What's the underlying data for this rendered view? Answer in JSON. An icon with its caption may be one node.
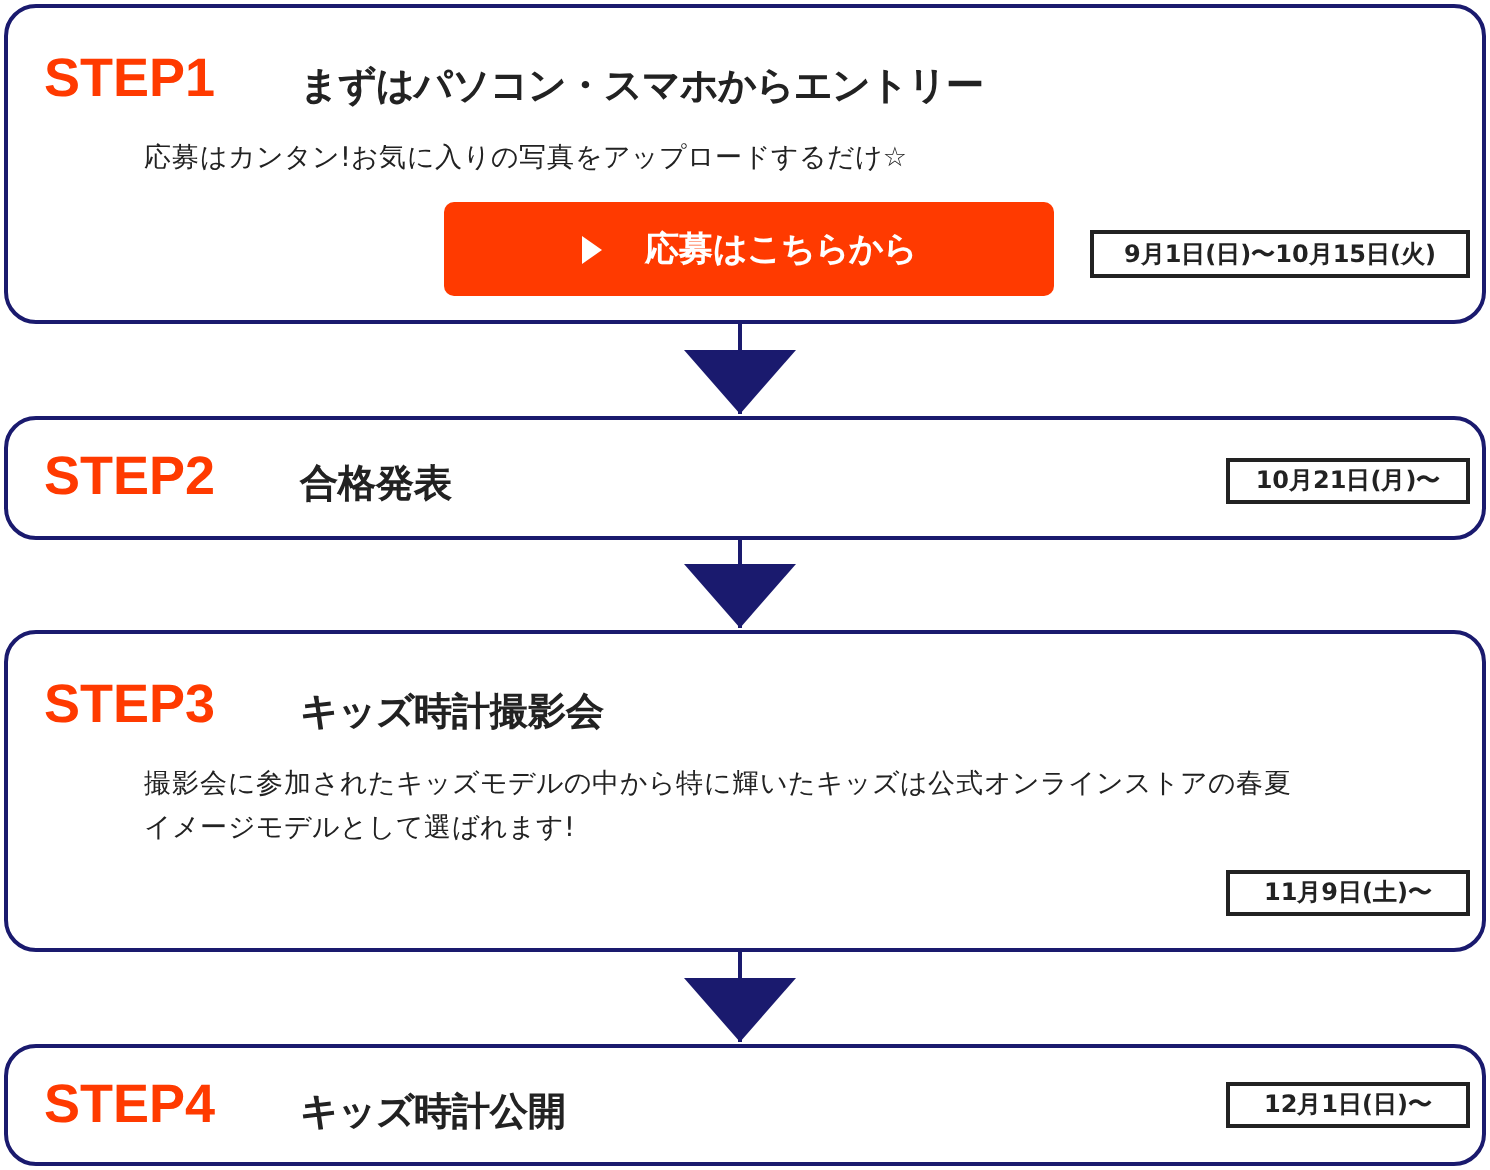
{
  "diagram": {
    "nodes": [
      {
        "text": [
          "STEP1",
          "まずはパソコン・スマホからエントリー",
          "応募はカンタン!お気に入りの写真をアップロードするだけ☆"
        ]
      },
      {
        "text": [
          "応募はこちらから"
        ],
        "in": 0
      },
      {
        "text": [
          "9月1日(日)〜10月15日(火)"
        ],
        "in": 0
      },
      {
        "text": [
          "STEP2",
          "合格発表"
        ]
      },
      {
        "text": [
          "10月21日(月)〜"
        ],
        "in": 3
      },
      {
        "text": [
          "STEP3",
          "キッズ時計撮影会",
          "撮影会に参加されたキッズモデルの中から特に輝いたキッズは公式オンラインストアの春夏イメージモデルとして選ばれます!"
        ]
      },
      {
        "text": [
          "11月9日(土)〜"
        ],
        "in": 5
      },
      {
        "text": [
          "STEP4",
          "キッズ時計公開"
        ]
      },
      {
        "text": [
          "12月1日(日)〜"
        ],
        "in": 7
      }
    ],
    "edges": [
      {
        "from": 0,
        "to": 3,
        "arrow": "to"
      },
      {
        "from": 3,
        "to": 5,
        "arrow": "to"
      },
      {
        "from": 5,
        "to": 7,
        "arrow": "to"
      }
    ]
  }
}
